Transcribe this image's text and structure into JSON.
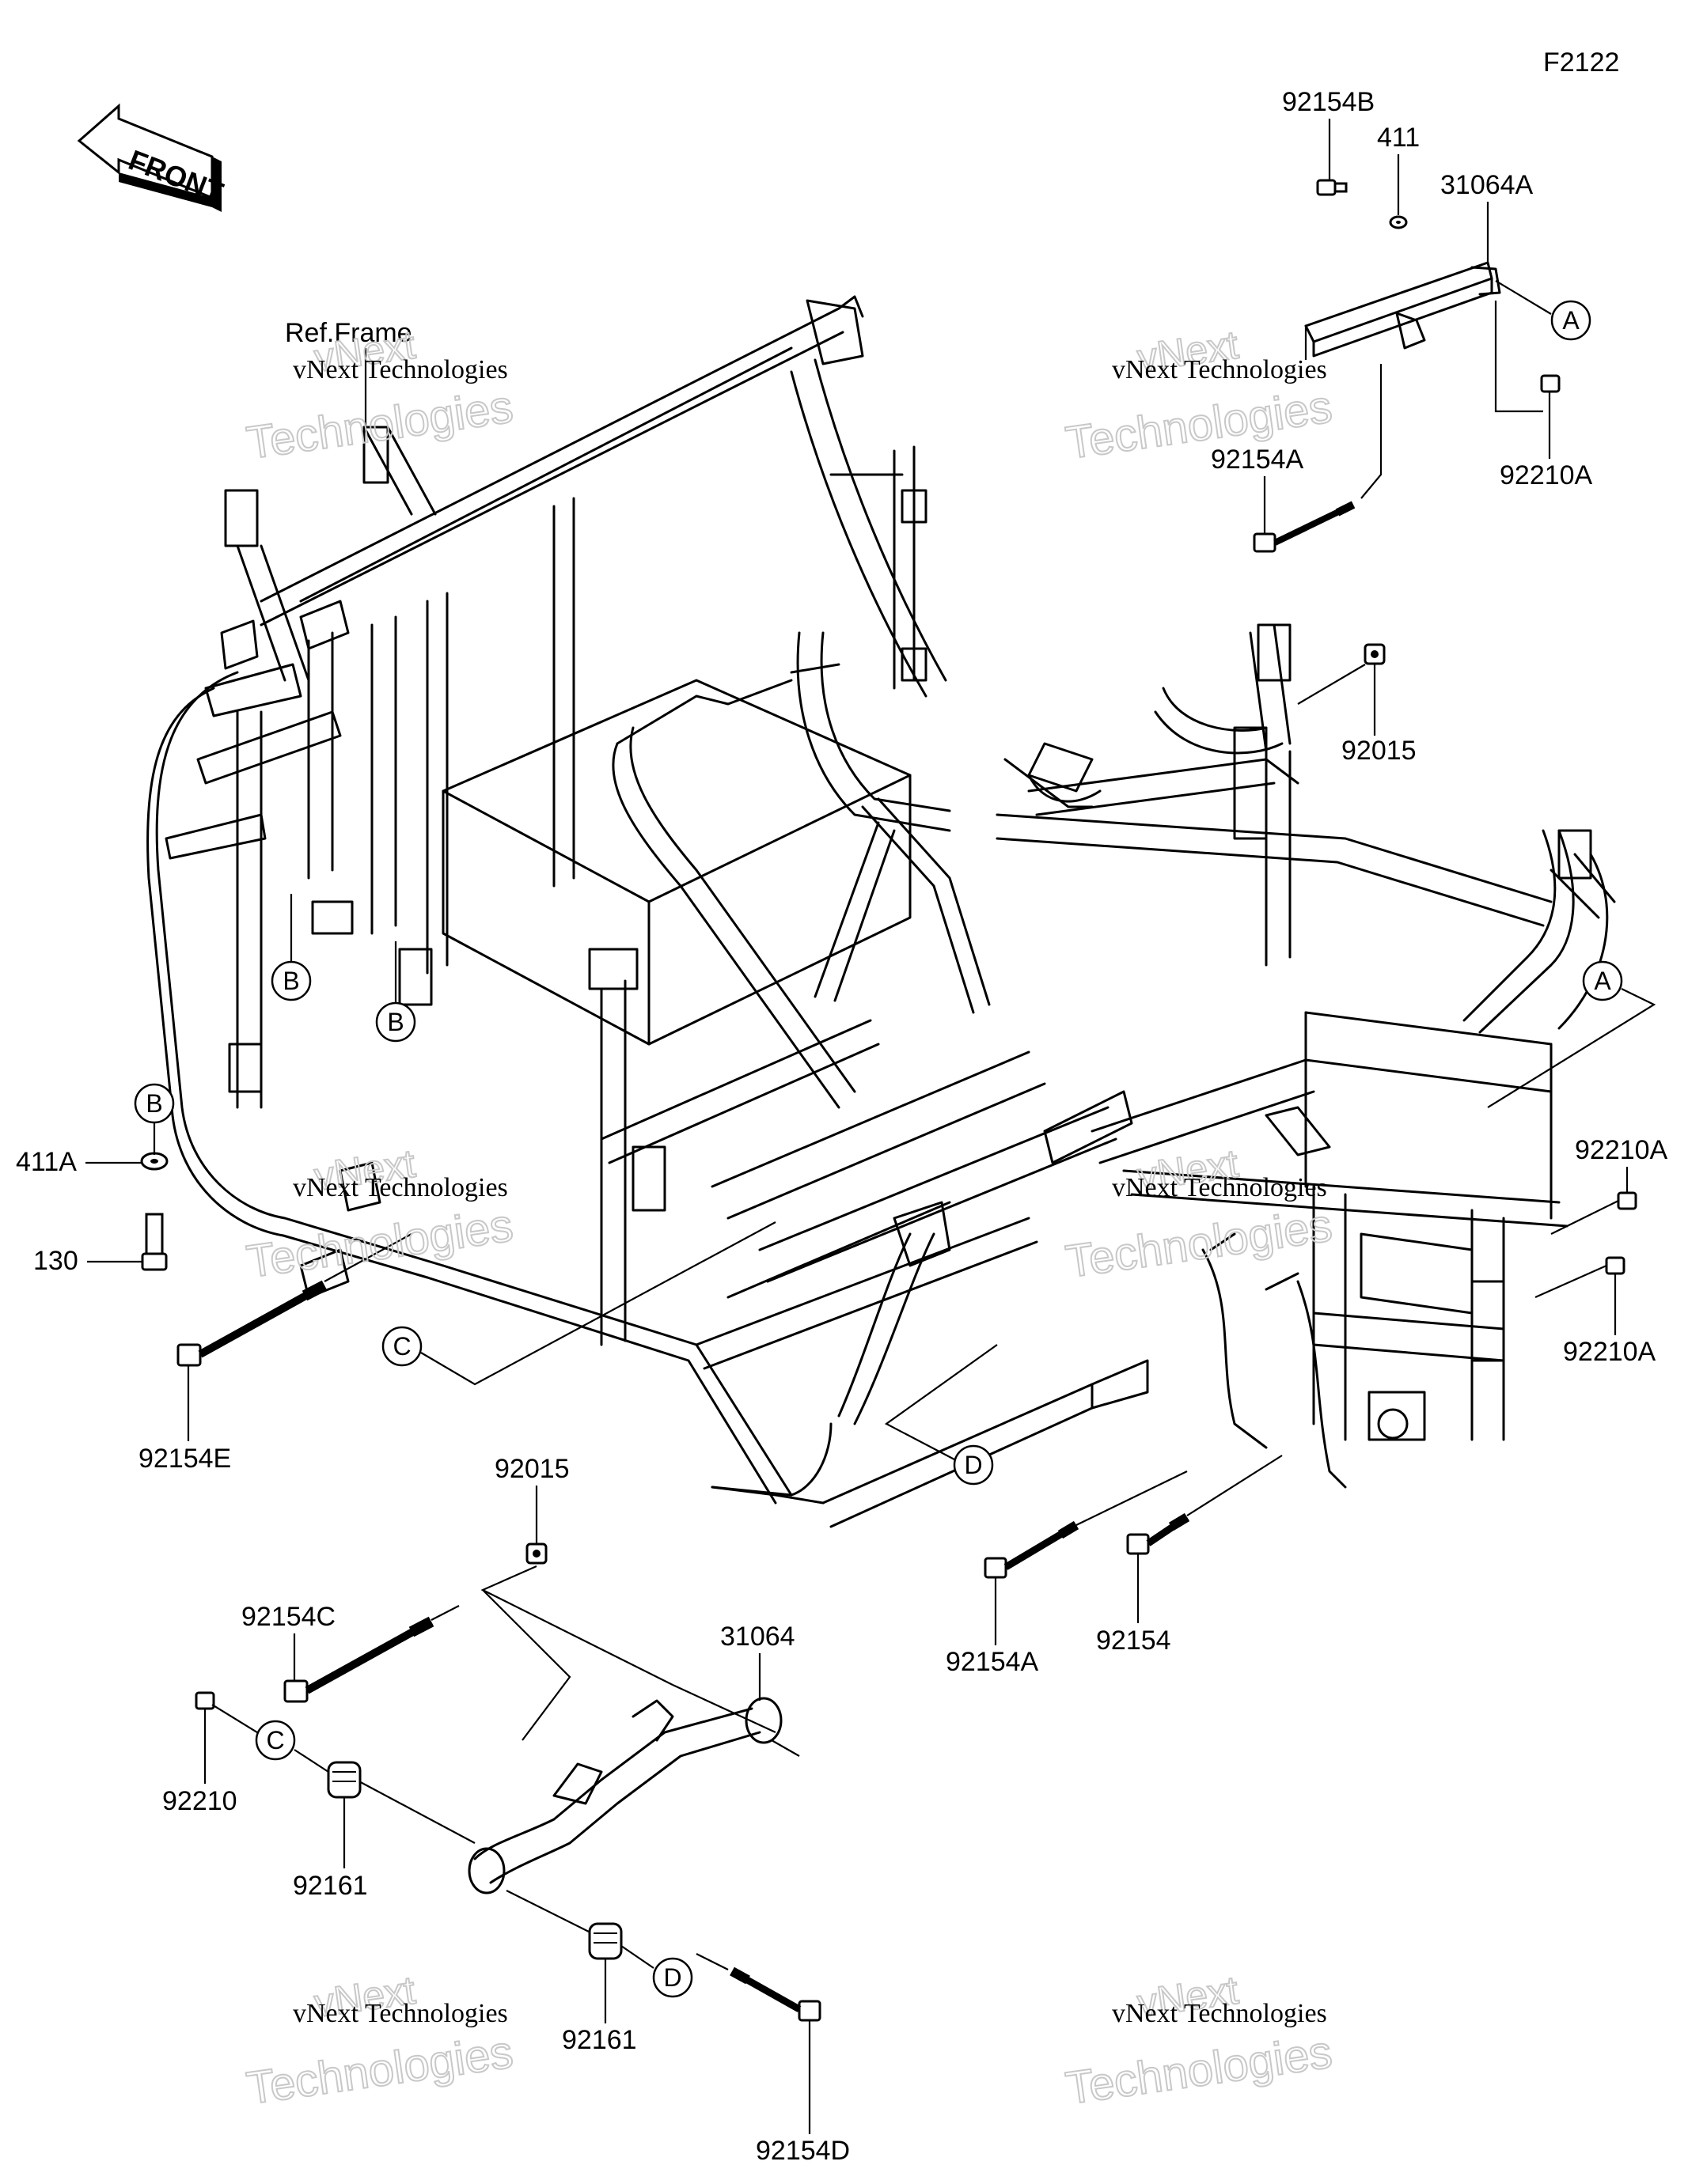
{
  "diagram_code": "F2122",
  "front_arrow_label": "FRONT",
  "ref_frame_label": "Ref.Frame",
  "watermark": {
    "line1": "vNext",
    "line2": "vNext Technologies",
    "line3": "Technologies"
  },
  "callouts": {
    "A": "A",
    "B": "B",
    "C": "C",
    "D": "D"
  },
  "parts": {
    "p92154B": "92154B",
    "p411": "411",
    "p31064A": "31064A",
    "p92210A_top": "92210A",
    "p92154A_top": "92154A",
    "p92015_top": "92015",
    "p92210A_mid1": "92210A",
    "p92210A_mid2": "92210A",
    "p411A": "411A",
    "p130": "130",
    "p92154E": "92154E",
    "p92154A_low": "92154A",
    "p92154": "92154",
    "p92015_low": "92015",
    "p92154C": "92154C",
    "p31064": "31064",
    "p92210": "92210",
    "p92161_a": "92161",
    "p92161_b": "92161",
    "p92154D": "92154D"
  }
}
